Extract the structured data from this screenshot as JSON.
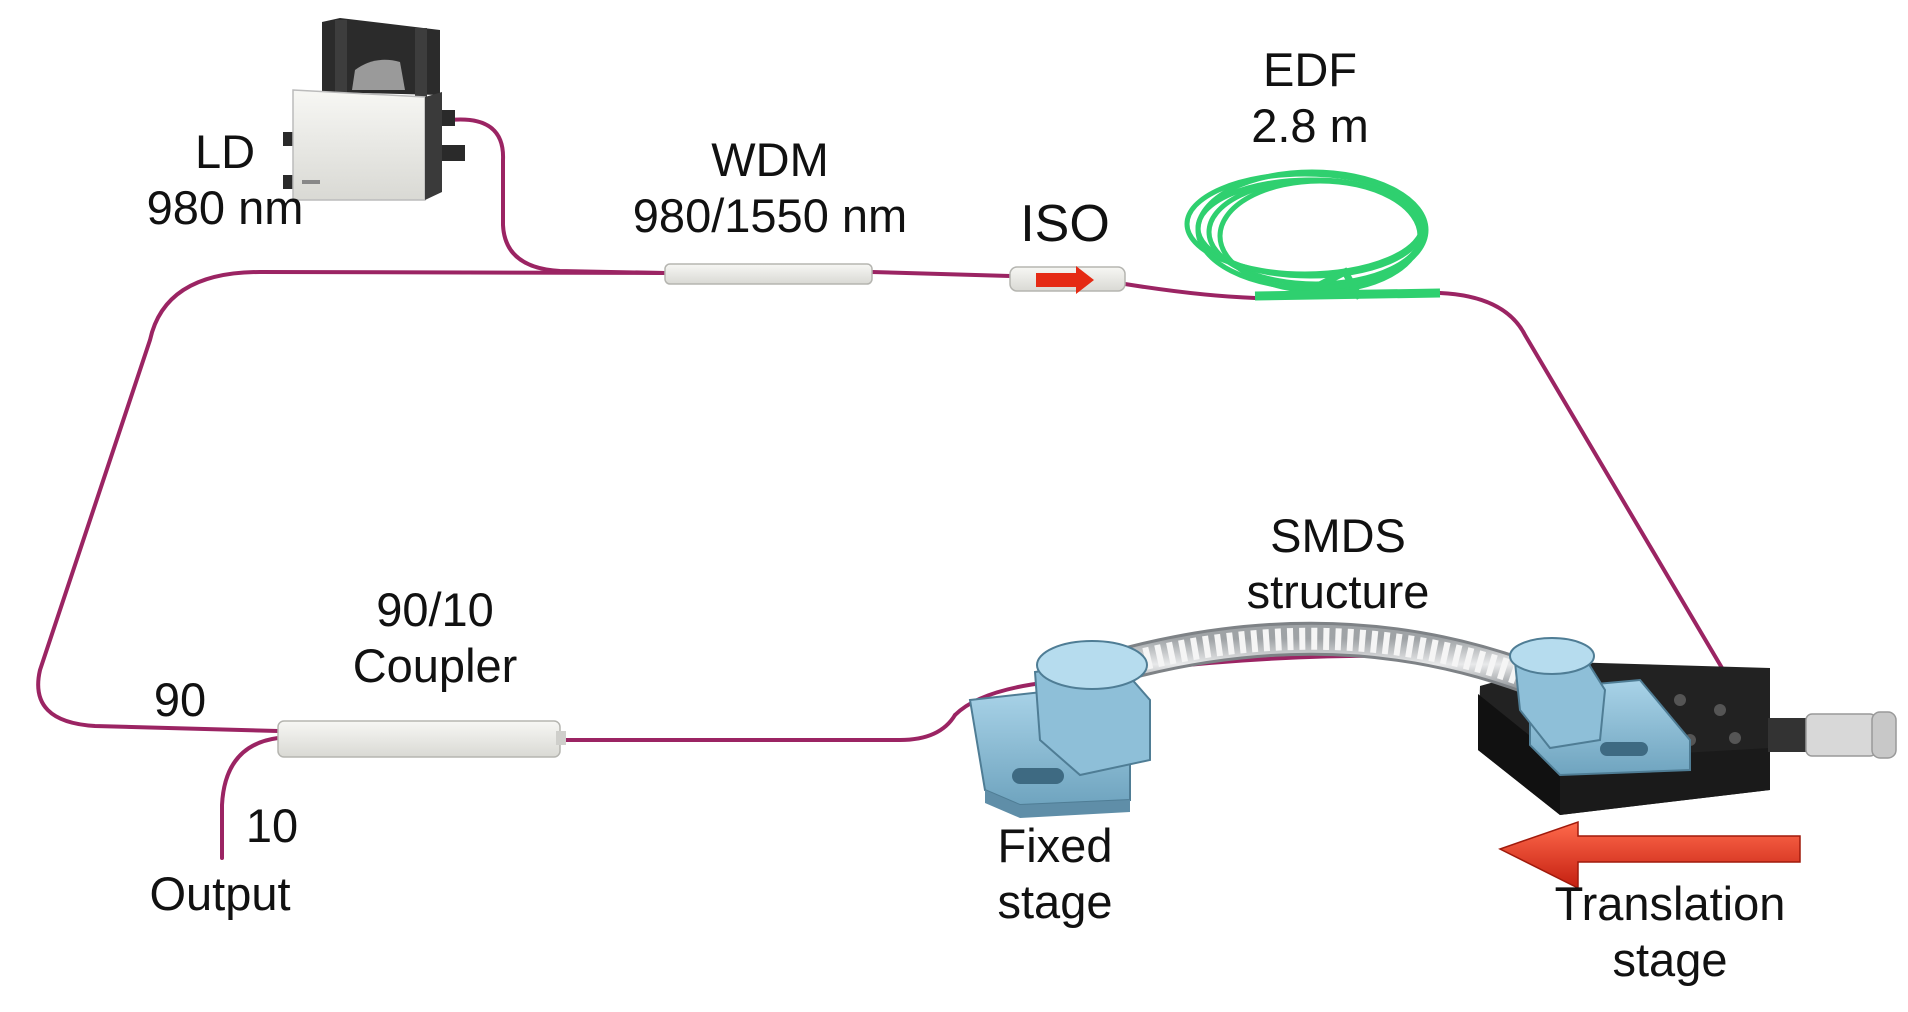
{
  "labels": {
    "ld": {
      "name": "LD",
      "wavelength": "980 nm"
    },
    "wdm": {
      "name": "WDM",
      "spec": "980/1550 nm"
    },
    "iso": {
      "name": "ISO"
    },
    "edf": {
      "name": "EDF",
      "length": "2.8 m"
    },
    "coupler": {
      "ratio": "90/10",
      "name": "Coupler",
      "port_90": "90",
      "port_10": "10"
    },
    "output": {
      "name": "Output"
    },
    "smds": {
      "name": "SMDS",
      "sub": "structure"
    },
    "fixed_stage": {
      "line1": "Fixed",
      "line2": "stage"
    },
    "translation_stage": {
      "line1": "Translation",
      "line2": "stage"
    }
  },
  "colors": {
    "fiber": "#9b2463",
    "edf": "#2fd06f",
    "mount": "#8ebfd8",
    "stage_body": "#222222",
    "arrow": "#e8321d"
  }
}
